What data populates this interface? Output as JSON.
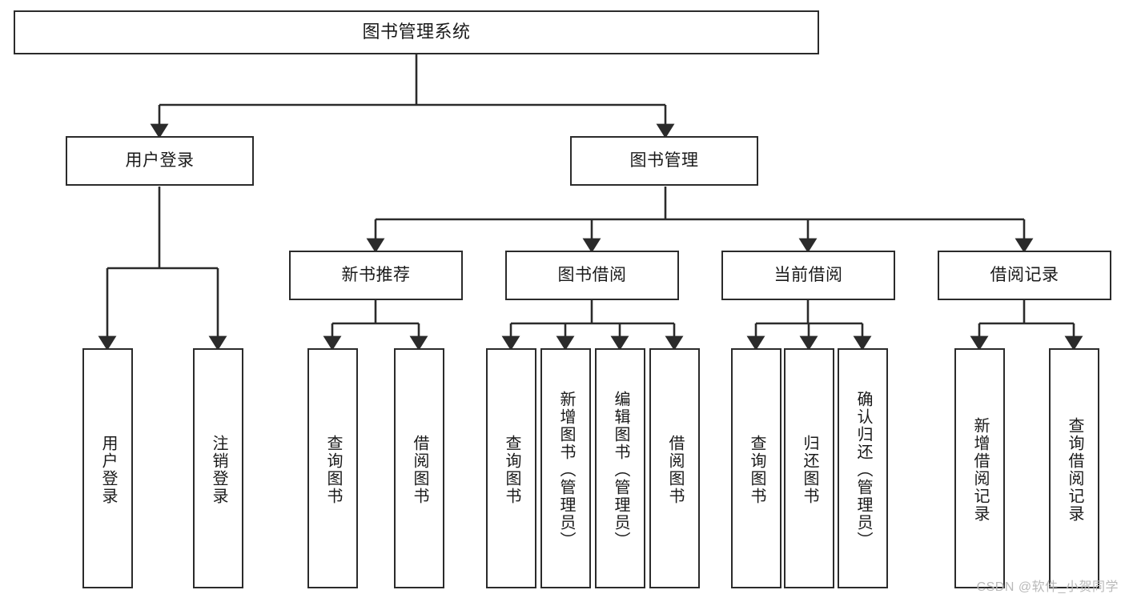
{
  "diagram": {
    "title": "图书管理系统",
    "type": "hierarchy-tree",
    "colors": {
      "box_border": "#2b2b2b",
      "box_fill": "#ffffff",
      "connector": "#2b2b2b",
      "text": "#1a1a1a",
      "watermark": "#b9b9b9"
    },
    "root": {
      "label": "图书管理系统"
    },
    "level2": [
      {
        "label": "用户登录"
      },
      {
        "label": "图书管理"
      }
    ],
    "level3": [
      {
        "label": "新书推荐"
      },
      {
        "label": "图书借阅"
      },
      {
        "label": "当前借阅"
      },
      {
        "label": "借阅记录"
      }
    ],
    "leaves": {
      "user_login": [
        {
          "label": "用户登录"
        },
        {
          "label": "注销登录"
        }
      ],
      "new_book_recommend": [
        {
          "label": "查询图书"
        },
        {
          "label": "借阅图书"
        }
      ],
      "book_borrow": [
        {
          "label": "查询图书"
        },
        {
          "label": "新增图书（管理员）"
        },
        {
          "label": "编辑图书（管理员）"
        },
        {
          "label": "借阅图书"
        }
      ],
      "current_borrow": [
        {
          "label": "查询图书"
        },
        {
          "label": "归还图书"
        },
        {
          "label": "确认归还（管理员）"
        }
      ],
      "borrow_record": [
        {
          "label": "新增借阅记录"
        },
        {
          "label": "查询借阅记录"
        }
      ]
    },
    "watermark": "CSDN @软件_小贺同学"
  }
}
